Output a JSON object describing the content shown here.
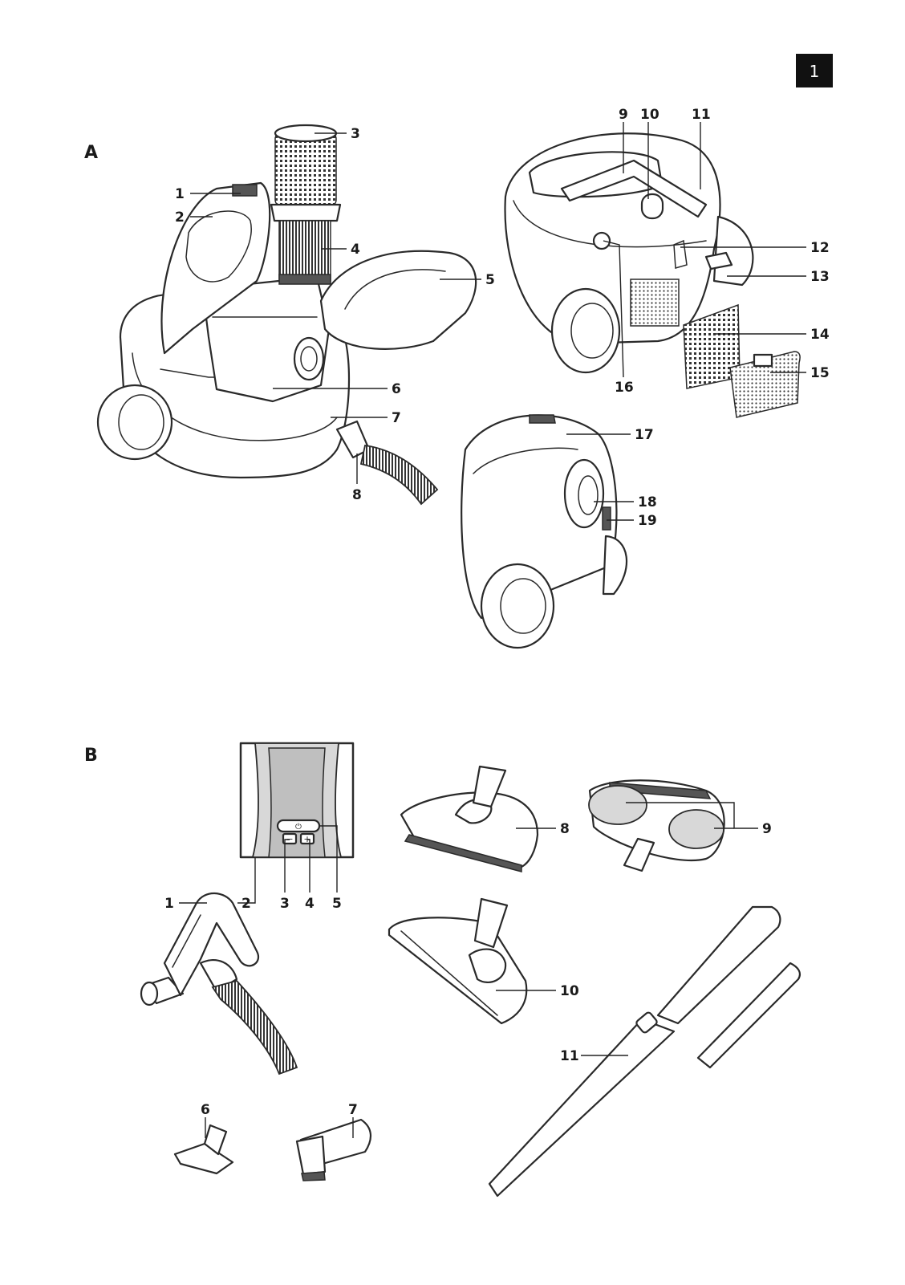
{
  "page_number": "1",
  "sections": {
    "a": "A",
    "b": "B"
  },
  "labels_a": [
    "1",
    "2",
    "3",
    "4",
    "5",
    "6",
    "7",
    "8",
    "9",
    "10",
    "11",
    "12",
    "13",
    "14",
    "15",
    "16",
    "17",
    "18",
    "19"
  ],
  "labels_b": [
    "1",
    "2",
    "3",
    "4",
    "5",
    "6",
    "7",
    "8",
    "9",
    "10",
    "11"
  ],
  "panel_b_display": {
    "minus": "−",
    "plus": "+",
    "power": "⏻"
  }
}
